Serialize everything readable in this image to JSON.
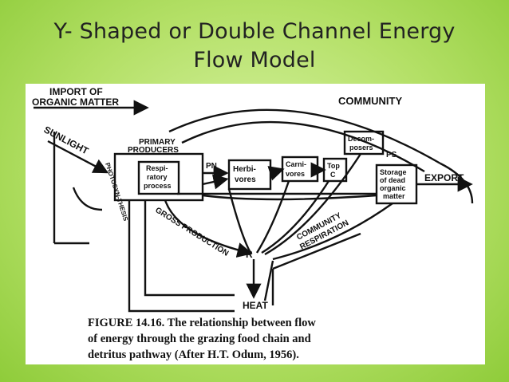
{
  "slide": {
    "title_line1": "Y- Shaped or Double Channel Energy",
    "title_line2": "Flow Model"
  },
  "diagram": {
    "import_line1": "IMPORT OF",
    "import_line2": "ORGANIC MATTER",
    "community": "COMMUNITY",
    "sunlight": "SUNLIGHT",
    "primary_line1": "PRIMARY",
    "primary_line2": "PRODUCERS",
    "photosynthesis": "PHOTOSYN-THESIS",
    "respiratory_line1": "Respi-",
    "respiratory_line2": "ratory",
    "respiratory_line3": "process",
    "pn": "PN",
    "herbivores_line1": "Herbi-",
    "herbivores_line2": "vores",
    "carnivores_line1": "Carni-",
    "carnivores_line2": "vores",
    "top_line1": "Top",
    "top_line2": "C",
    "decomposers_line1": "Decom-",
    "decomposers_line2": "posers",
    "ps": "PS",
    "storage_line1": "Storage",
    "storage_line2": "of dead",
    "storage_line3": "organic",
    "storage_line4": "matter",
    "export": "EXPORT",
    "gross_production": "GROSS PRODUCTION",
    "community_respiration_line1": "COMMUNITY",
    "community_respiration_line2": "RESPIRATION",
    "r": "R",
    "heat": "HEAT"
  },
  "caption": {
    "line1": "FIGURE 14.16.  The relationship between flow",
    "line2": "of energy through the grazing food chain and",
    "line3": "detritus pathway (After H.T. Odum, 1956)."
  }
}
